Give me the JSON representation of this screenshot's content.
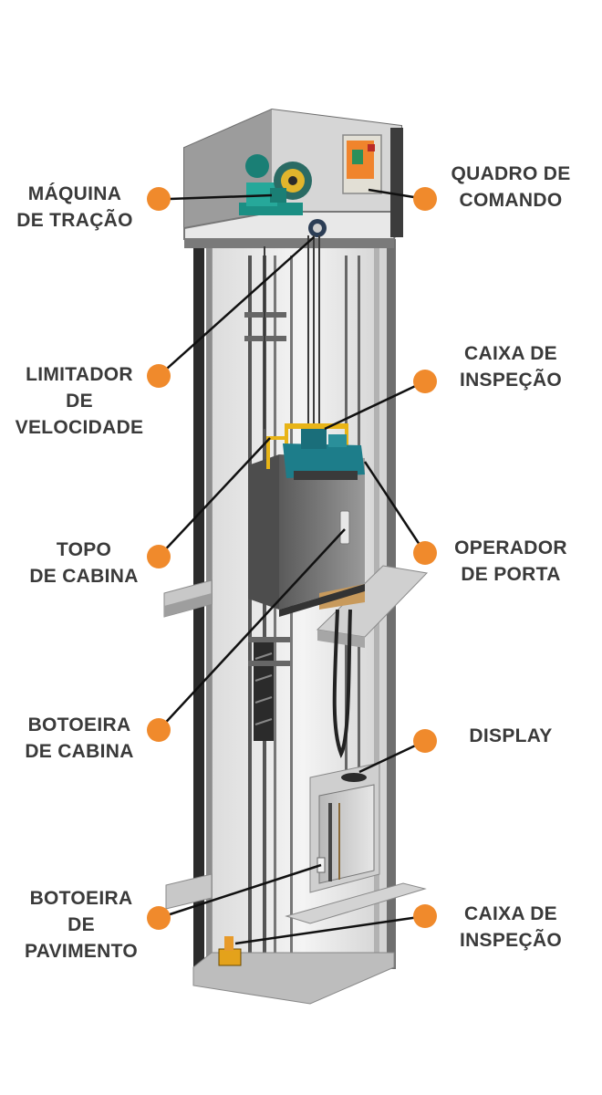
{
  "colors": {
    "accent": "#f08a2c",
    "text": "#3a3a3a",
    "leader_line": "#111111"
  },
  "labels": {
    "maquina": [
      "MÁQUINA",
      "DE TRAÇÃO"
    ],
    "quadro": [
      "QUADRO DE",
      "COMANDO"
    ],
    "limitador": [
      "LIMITADOR",
      "DE",
      "VELOCIDADE"
    ],
    "caixa_top": [
      "CAIXA DE",
      "INSPEÇÃO"
    ],
    "topo": [
      "TOPO",
      "DE CABINA"
    ],
    "operador": [
      "OPERADOR",
      "DE PORTA"
    ],
    "botoeira_cabina": [
      "BOTOEIRA",
      "DE CABINA"
    ],
    "display": [
      "DISPLAY"
    ],
    "botoeira_pav": [
      "BOTOEIRA",
      "DE",
      "PAVIMENTO"
    ],
    "caixa_bottom": [
      "CAIXA DE",
      "INSPEÇÃO"
    ]
  },
  "icons": {
    "machine": "traction-machine-icon",
    "panel": "control-panel-icon"
  }
}
